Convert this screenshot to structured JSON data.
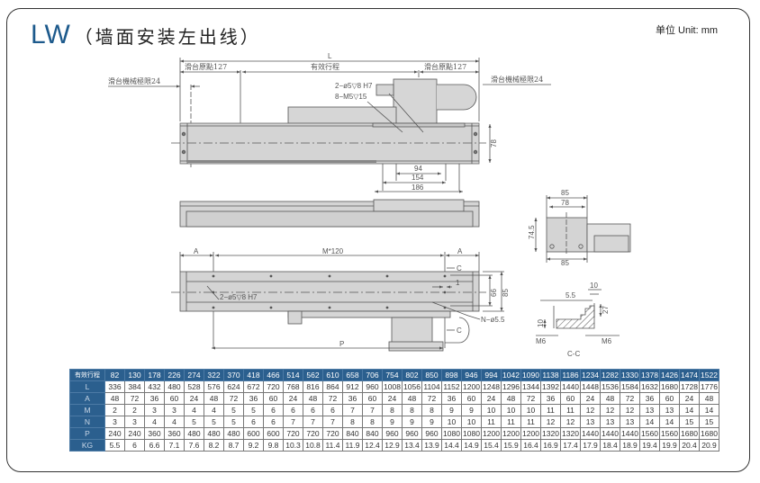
{
  "header": {
    "model_code": "LW",
    "subtitle": "（墙面安装左出线）",
    "unit_label": "单位 Unit: mm"
  },
  "drawing": {
    "top_view": {
      "overall_length_label": "L",
      "slide_origin_left": "滑台原點127",
      "effective_stroke": "有效行程",
      "slide_origin_right": "滑台原點127",
      "mech_limit_left": "滑台機械極限24",
      "mech_limit_right": "滑台機械極限24",
      "pin_hole_callout": "2−ø5▽8  H7",
      "tap_callout": "8−M5▽15",
      "height_dim": "78",
      "dim_94": "94",
      "dim_154": "154",
      "dim_186": "186"
    },
    "bottom_view": {
      "dim_a_left": "A",
      "dim_pitch": "M*120",
      "dim_a_right": "A",
      "dim_c_top": "C",
      "dim_c_bottom": "C",
      "pin_hole_callout": "2−ø5▽8  H7",
      "mount_hole_callout": "N−ø5.5",
      "dim_1": "1",
      "dim_66": "66",
      "dim_85": "85",
      "dim_p": "P"
    },
    "end_view": {
      "width_outer": "85",
      "width_inner": "78",
      "height": "74.5",
      "width_bottom": "85"
    },
    "section_view": {
      "dim_10_top": "10",
      "dim_5_5": "5.5",
      "dim_27": "27",
      "dim_10_side": "10",
      "m6_left": "M6",
      "m6_right": "M6",
      "section_label": "C-C"
    }
  },
  "spec_table": {
    "header_label": "有效行程",
    "strokes": [
      "82",
      "130",
      "178",
      "226",
      "274",
      "322",
      "370",
      "418",
      "466",
      "514",
      "562",
      "610",
      "658",
      "706",
      "754",
      "802",
      "850",
      "898",
      "946",
      "994",
      "1042",
      "1090",
      "1138",
      "1186",
      "1234",
      "1282",
      "1330",
      "1378",
      "1426",
      "1474",
      "1522"
    ],
    "rows": [
      {
        "label": "L",
        "values": [
          "336",
          "384",
          "432",
          "480",
          "528",
          "576",
          "624",
          "672",
          "720",
          "768",
          "816",
          "864",
          "912",
          "960",
          "1008",
          "1056",
          "1104",
          "1152",
          "1200",
          "1248",
          "1296",
          "1344",
          "1392",
          "1440",
          "1448",
          "1536",
          "1584",
          "1632",
          "1680",
          "1728",
          "1776"
        ]
      },
      {
        "label": "A",
        "values": [
          "48",
          "72",
          "36",
          "60",
          "24",
          "48",
          "72",
          "36",
          "60",
          "24",
          "48",
          "72",
          "36",
          "60",
          "24",
          "48",
          "72",
          "36",
          "60",
          "24",
          "48",
          "72",
          "36",
          "60",
          "24",
          "48",
          "72",
          "36",
          "60",
          "24",
          "48"
        ]
      },
      {
        "label": "M",
        "values": [
          "2",
          "2",
          "3",
          "3",
          "4",
          "4",
          "5",
          "5",
          "6",
          "6",
          "6",
          "6",
          "7",
          "7",
          "8",
          "8",
          "8",
          "9",
          "9",
          "10",
          "10",
          "10",
          "11",
          "11",
          "12",
          "12",
          "12",
          "13",
          "13",
          "14",
          "14"
        ]
      },
      {
        "label": "N",
        "values": [
          "3",
          "3",
          "4",
          "4",
          "5",
          "5",
          "5",
          "6",
          "6",
          "7",
          "7",
          "7",
          "8",
          "8",
          "9",
          "9",
          "9",
          "10",
          "10",
          "11",
          "11",
          "11",
          "12",
          "12",
          "13",
          "13",
          "13",
          "14",
          "14",
          "15",
          "15"
        ]
      },
      {
        "label": "P",
        "values": [
          "240",
          "240",
          "360",
          "360",
          "480",
          "480",
          "480",
          "600",
          "600",
          "720",
          "720",
          "720",
          "840",
          "840",
          "960",
          "960",
          "960",
          "1080",
          "1080",
          "1200",
          "1200",
          "1200",
          "1320",
          "1320",
          "1440",
          "1440",
          "1440",
          "1560",
          "1560",
          "1680",
          "1680"
        ]
      },
      {
        "label": "KG",
        "values": [
          "5.5",
          "6",
          "6.6",
          "7.1",
          "7.6",
          "8.2",
          "8.7",
          "9.2",
          "9.8",
          "10.3",
          "10.8",
          "11.4",
          "11.9",
          "12.4",
          "12.9",
          "13.4",
          "13.9",
          "14.4",
          "14.9",
          "15.4",
          "15.9",
          "16.4",
          "16.9",
          "17.4",
          "17.9",
          "18.4",
          "18.9",
          "19.4",
          "19.9",
          "20.4",
          "20.9"
        ]
      }
    ]
  }
}
